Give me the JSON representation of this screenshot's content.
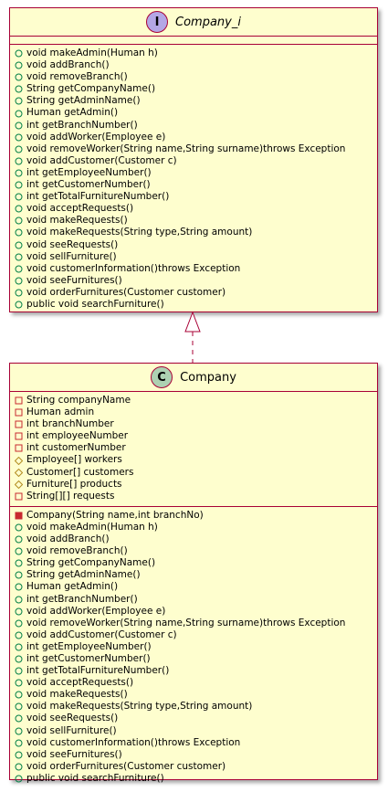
{
  "interface": {
    "stereotype_letter": "I",
    "stereotype_color": "#B4A7E5",
    "name": "Company_i",
    "methods": [
      {
        "vis": "public",
        "text": "void makeAdmin(Human h)"
      },
      {
        "vis": "public",
        "text": "void addBranch()"
      },
      {
        "vis": "public",
        "text": "void removeBranch()"
      },
      {
        "vis": "public",
        "text": "String getCompanyName()"
      },
      {
        "vis": "public",
        "text": "String getAdminName()"
      },
      {
        "vis": "public",
        "text": "Human getAdmin()"
      },
      {
        "vis": "public",
        "text": "int getBranchNumber()"
      },
      {
        "vis": "public",
        "text": "void addWorker(Employee e)"
      },
      {
        "vis": "public",
        "text": "void removeWorker(String name,String surname)throws Exception"
      },
      {
        "vis": "public",
        "text": "void addCustomer(Customer c)"
      },
      {
        "vis": "public",
        "text": "int getEmployeeNumber()"
      },
      {
        "vis": "public",
        "text": "int getCustomerNumber()"
      },
      {
        "vis": "public",
        "text": "int getTotalFurnitureNumber()"
      },
      {
        "vis": "public",
        "text": "void acceptRequests()"
      },
      {
        "vis": "public",
        "text": "void makeRequests()"
      },
      {
        "vis": "public",
        "text": "void makeRequests(String type,String amount)"
      },
      {
        "vis": "public",
        "text": "void seeRequests()"
      },
      {
        "vis": "public",
        "text": "void sellFurniture()"
      },
      {
        "vis": "public",
        "text": "void customerInformation()throws Exception"
      },
      {
        "vis": "public",
        "text": "void seeFurnitures()"
      },
      {
        "vis": "public",
        "text": "void orderFurnitures(Customer customer)"
      },
      {
        "vis": "public",
        "text": "public void searchFurniture()"
      }
    ]
  },
  "class": {
    "stereotype_letter": "C",
    "stereotype_color": "#ADD1B2",
    "name": "Company",
    "fields": [
      {
        "vis": "private",
        "text": "String companyName"
      },
      {
        "vis": "private",
        "text": "Human admin"
      },
      {
        "vis": "private",
        "text": "int branchNumber"
      },
      {
        "vis": "private",
        "text": "int employeeNumber"
      },
      {
        "vis": "private",
        "text": "int customerNumber"
      },
      {
        "vis": "protected",
        "text": "Employee[] workers"
      },
      {
        "vis": "protected",
        "text": "Customer[] customers"
      },
      {
        "vis": "protected",
        "text": "Furniture[] products"
      },
      {
        "vis": "private",
        "text": "String[][] requests"
      }
    ],
    "methods": [
      {
        "vis": "private-method",
        "text": "Company(String name,int branchNo)"
      },
      {
        "vis": "public",
        "text": "void makeAdmin(Human h)"
      },
      {
        "vis": "public",
        "text": "void addBranch()"
      },
      {
        "vis": "public",
        "text": "void removeBranch()"
      },
      {
        "vis": "public",
        "text": "String getCompanyName()"
      },
      {
        "vis": "public",
        "text": "String getAdminName()"
      },
      {
        "vis": "public",
        "text": "Human getAdmin()"
      },
      {
        "vis": "public",
        "text": "int getBranchNumber()"
      },
      {
        "vis": "public",
        "text": "void addWorker(Employee e)"
      },
      {
        "vis": "public",
        "text": "void removeWorker(String name,String surname)throws Exception"
      },
      {
        "vis": "public",
        "text": "void addCustomer(Customer c)"
      },
      {
        "vis": "public",
        "text": "int getEmployeeNumber()"
      },
      {
        "vis": "public",
        "text": "int getCustomerNumber()"
      },
      {
        "vis": "public",
        "text": "int getTotalFurnitureNumber()"
      },
      {
        "vis": "public",
        "text": "void acceptRequests()"
      },
      {
        "vis": "public",
        "text": "void makeRequests()"
      },
      {
        "vis": "public",
        "text": "void makeRequests(String type,String amount)"
      },
      {
        "vis": "public",
        "text": "void seeRequests()"
      },
      {
        "vis": "public",
        "text": "void sellFurniture()"
      },
      {
        "vis": "public",
        "text": "void customerInformation()throws Exception"
      },
      {
        "vis": "public",
        "text": "void seeFurnitures()"
      },
      {
        "vis": "public",
        "text": "void orderFurnitures(Customer customer)"
      },
      {
        "vis": "public",
        "text": "public void searchFurniture()"
      }
    ]
  },
  "relation": {
    "type": "realization",
    "from": "Company",
    "to": "Company_i"
  },
  "colors": {
    "box_fill": "#FEFECE",
    "border": "#A80036",
    "public_icon": "#84BE84",
    "private_icon": "#C82930"
  }
}
